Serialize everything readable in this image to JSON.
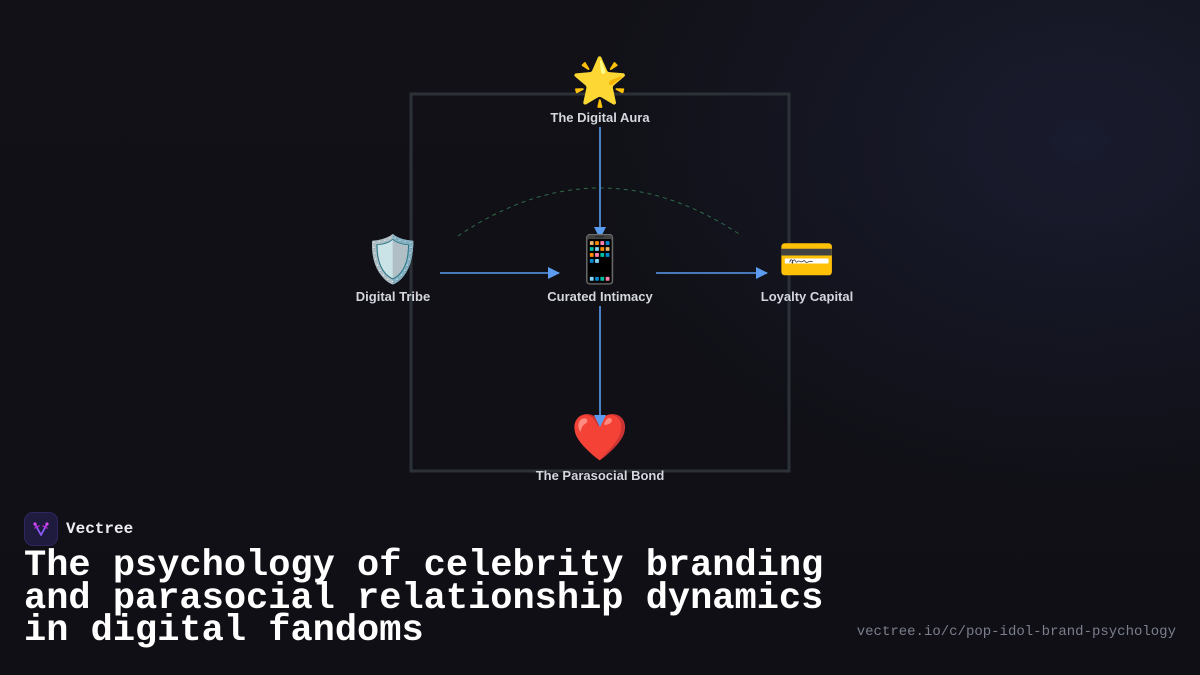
{
  "diagram": {
    "nodes": {
      "aura": {
        "label": "The Digital Aura",
        "icon": "glowing-star-icon",
        "glyph": "🌟"
      },
      "tribe": {
        "label": "Digital Tribe",
        "icon": "shield-icon",
        "glyph": "🛡️"
      },
      "intimacy": {
        "label": "Curated Intimacy",
        "icon": "mobile-phone-icon",
        "glyph": "📱"
      },
      "loyalty": {
        "label": "Loyalty Capital",
        "icon": "credit-card-icon",
        "glyph": "💳"
      },
      "bond": {
        "label": "The Parasocial Bond",
        "icon": "red-heart-icon",
        "glyph": "❤️"
      }
    },
    "edges": [
      {
        "from": "The Digital Aura",
        "to": "Curated Intimacy"
      },
      {
        "from": "Digital Tribe",
        "to": "Curated Intimacy"
      },
      {
        "from": "Curated Intimacy",
        "to": "Loyalty Capital"
      },
      {
        "from": "Curated Intimacy",
        "to": "The Parasocial Bond"
      }
    ],
    "colors": {
      "arrow": "#5b9cf0",
      "frame": "#2c3138",
      "arc": "#2f6b4a",
      "label": "#d4d6de"
    }
  },
  "brand": {
    "name": "Vectree",
    "logo_icon": "vectree-logo-icon"
  },
  "title": "The psychology of celebrity branding\nand parasocial relationship dynamics\nin digital fandoms",
  "url": "vectree.io/c/pop-idol-brand-psychology"
}
